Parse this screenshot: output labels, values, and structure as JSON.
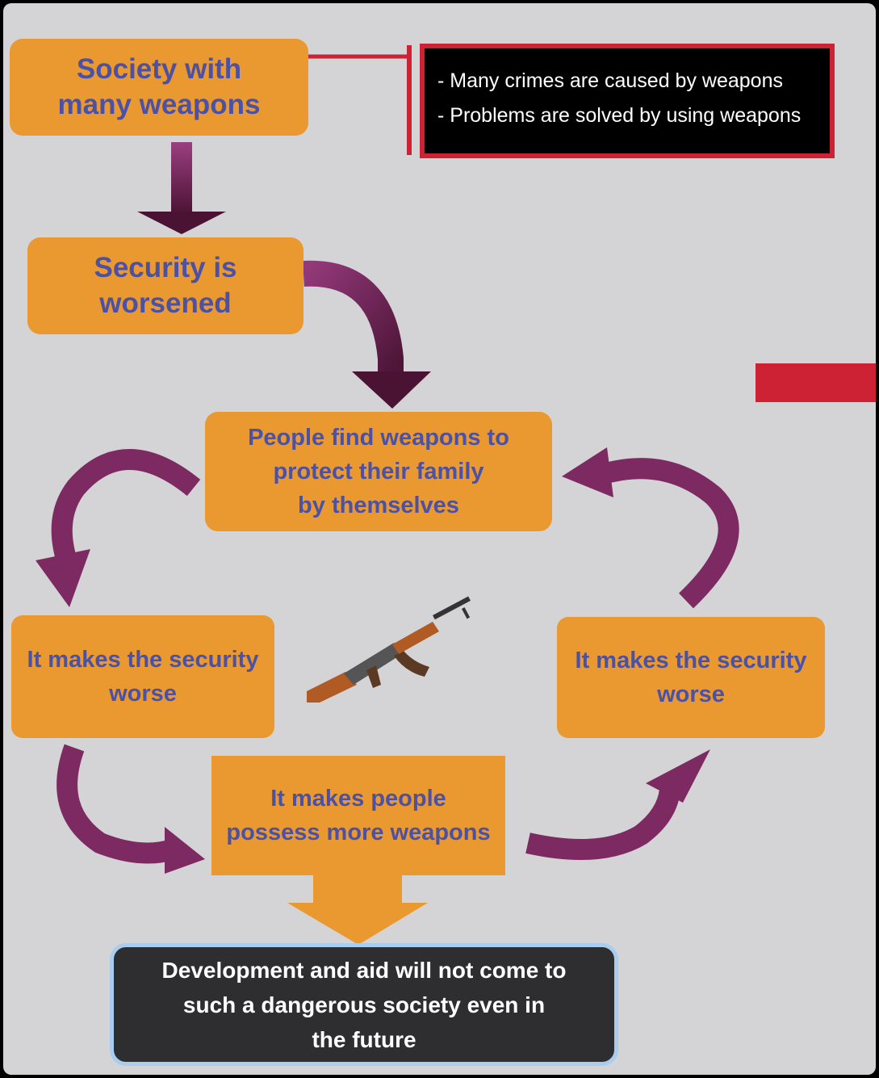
{
  "boxes": {
    "society": "Society with\nmany weapons",
    "security_worsened": "Security is\nworsened",
    "people_find": "People find weapons to\nprotect their family\nby themselves",
    "worse_left": "It makes the security\nworse",
    "worse_right": "It makes the security\nworse",
    "possess_more": "It makes people\npossess more weapons"
  },
  "note": {
    "items": [
      "- Many crimes are caused by weapons",
      "- Problems are solved by using weapons"
    ]
  },
  "final_box": "Development and aid will not come to\nsuch a dangerous society even in\nthe future",
  "colors": {
    "box_fill": "#e9992f",
    "box_text": "#4a51a6",
    "arrow": "#7d2a63",
    "note_border": "#cc2233",
    "background": "#d4d4d6"
  },
  "icons": {
    "weapon": "rifle-icon"
  }
}
